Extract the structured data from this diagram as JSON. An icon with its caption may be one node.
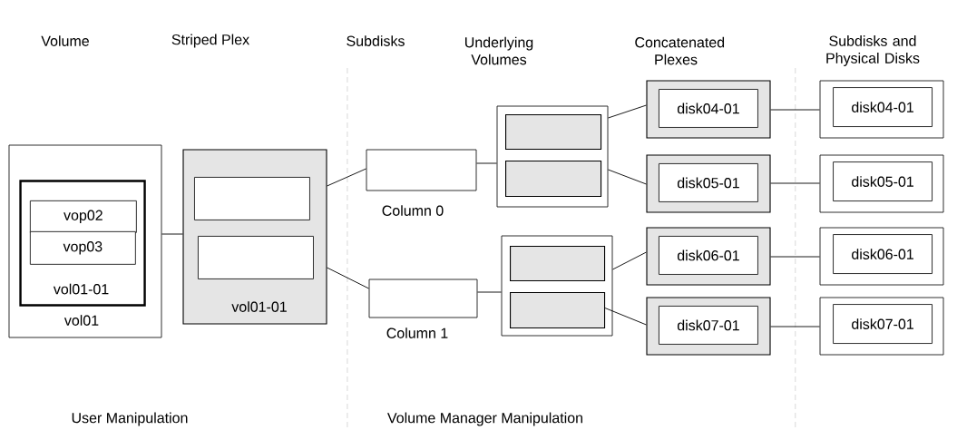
{
  "diagram": {
    "nodes": [
      {
        "text": [
          "vol01"
        ]
      },
      {
        "text": [
          "vol01-01"
        ],
        "in": 0
      },
      {
        "text": [
          "vop02"
        ],
        "in": 1
      },
      {
        "text": [
          "vop03"
        ],
        "in": 1
      },
      {
        "text": [
          "vol01-01"
        ]
      },
      {
        "text": [],
        "shape": "box",
        "in": 4
      },
      {
        "text": [],
        "shape": "box",
        "in": 4
      },
      {
        "text": [
          "Column 0"
        ]
      },
      {
        "text": [
          "Column 1"
        ]
      },
      {
        "text": [],
        "shape": "box"
      },
      {
        "text": [],
        "shape": "box",
        "in": 9
      },
      {
        "text": [],
        "shape": "box",
        "in": 9
      },
      {
        "text": [],
        "shape": "box"
      },
      {
        "text": [],
        "shape": "box",
        "in": 12
      },
      {
        "text": [],
        "shape": "box",
        "in": 12
      },
      {
        "text": [],
        "shape": "box"
      },
      {
        "text": [
          "disk04-01"
        ],
        "in": 15
      },
      {
        "text": [],
        "shape": "box"
      },
      {
        "text": [
          "disk05-01"
        ],
        "in": 17
      },
      {
        "text": [],
        "shape": "box"
      },
      {
        "text": [
          "disk06-01"
        ],
        "in": 19
      },
      {
        "text": [],
        "shape": "box"
      },
      {
        "text": [
          "disk07-01"
        ],
        "in": 21
      },
      {
        "text": [],
        "shape": "box"
      },
      {
        "text": [
          "disk04-01"
        ],
        "in": 23
      },
      {
        "text": [],
        "shape": "box"
      },
      {
        "text": [
          "disk05-01"
        ],
        "in": 25
      },
      {
        "text": [],
        "shape": "box"
      },
      {
        "text": [
          "disk06-01"
        ],
        "in": 27
      },
      {
        "text": [],
        "shape": "box"
      },
      {
        "text": [
          "disk07-01"
        ],
        "in": 29
      }
    ],
    "edges": [
      {
        "from": 0,
        "to": 4,
        "arrow": "none"
      },
      {
        "from": 4,
        "to": 7,
        "arrow": "none"
      },
      {
        "from": 4,
        "to": 8,
        "arrow": "none"
      },
      {
        "from": 7,
        "to": 9,
        "arrow": "none"
      },
      {
        "from": 8,
        "to": 12,
        "arrow": "none"
      },
      {
        "from": 9,
        "to": 15,
        "arrow": "none"
      },
      {
        "from": 9,
        "to": 17,
        "arrow": "none"
      },
      {
        "from": 12,
        "to": 19,
        "arrow": "none"
      },
      {
        "from": 14,
        "to": 21,
        "arrow": "none"
      },
      {
        "from": 15,
        "to": 23,
        "arrow": "none"
      },
      {
        "from": 17,
        "to": 25,
        "arrow": "none"
      },
      {
        "from": 19,
        "to": 27,
        "arrow": "none"
      },
      {
        "from": 21,
        "to": 29,
        "arrow": "none"
      }
    ],
    "labels": [
      "Volume",
      "Striped Plex",
      "Subdisks",
      "Underlying Volumes",
      "Concatenated Plexes",
      "Subdisks and Physical Disks",
      "User Manipulation",
      "Volume Manager Manipulation"
    ]
  }
}
